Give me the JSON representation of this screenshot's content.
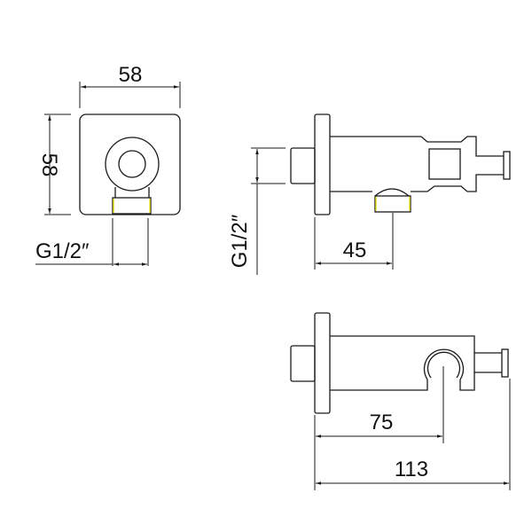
{
  "drawing": {
    "title": "Wall outlet elbow with shower handset holder - technical drawing",
    "views": {
      "front": {
        "width_label": "58",
        "height_label": "58",
        "thread_label": "G1/2″"
      },
      "side": {
        "thread_label": "G1/2″",
        "outlet_offset_label": "45"
      },
      "bottom": {
        "holder_offset_label": "75",
        "total_depth_label": "113"
      }
    },
    "colors": {
      "line": "#1a1a1a",
      "thread_highlight": "#e8e020",
      "background": "#ffffff"
    }
  }
}
